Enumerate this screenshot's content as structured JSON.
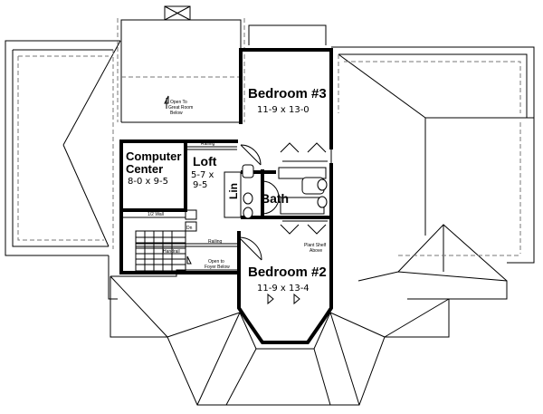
{
  "rooms": {
    "bedroom3": {
      "name": "Bedroom #3",
      "dims": "11-9 x 13-0"
    },
    "bedroom2": {
      "name": "Bedroom #2",
      "dims": "11-9 x 13-4"
    },
    "computer": {
      "name_line1": "Computer",
      "name_line2": "Center",
      "dims": "8-0 x 9-5"
    },
    "loft": {
      "name": "Loft",
      "dims_line1": "5-7 x",
      "dims_line2": "9-5"
    },
    "bath": {
      "name": "Bath"
    },
    "linen": {
      "name": "Lin"
    }
  },
  "notes": {
    "open_great_1": "Open To",
    "open_great_2": "Great Room",
    "open_great_3": "Below",
    "railing_top": "Railing",
    "railing_mid": "Railing",
    "half_wall": "1/2 Wall",
    "down": "Dn",
    "handrail": "Handrail",
    "open_foyer_1": "Open to",
    "open_foyer_2": "Foyer Below",
    "plant_shelf_1": "Plant Shelf",
    "plant_shelf_2": "Above"
  }
}
